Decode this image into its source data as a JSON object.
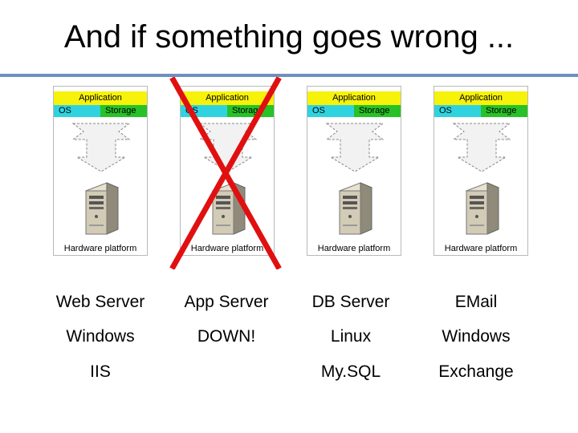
{
  "slide": {
    "title": "And if something goes wrong ..."
  },
  "panel_labels": {
    "application": "Application",
    "os": "OS",
    "storage": "Storage",
    "hardware": "Hardware platform"
  },
  "columns": [
    {
      "name": "Web Server",
      "os": "Windows",
      "software": "IIS"
    },
    {
      "name": "App Server",
      "os": "DOWN!",
      "software": ""
    },
    {
      "name": "DB Server",
      "os": "Linux",
      "software": "My.SQL"
    },
    {
      "name": "EMail",
      "os": "Windows",
      "software": "Exchange"
    }
  ],
  "colors": {
    "rule": "#6e8fbf",
    "application": "#f7f20a",
    "os": "#2fd3e0",
    "storage": "#27c227",
    "cross": "#e01010"
  }
}
